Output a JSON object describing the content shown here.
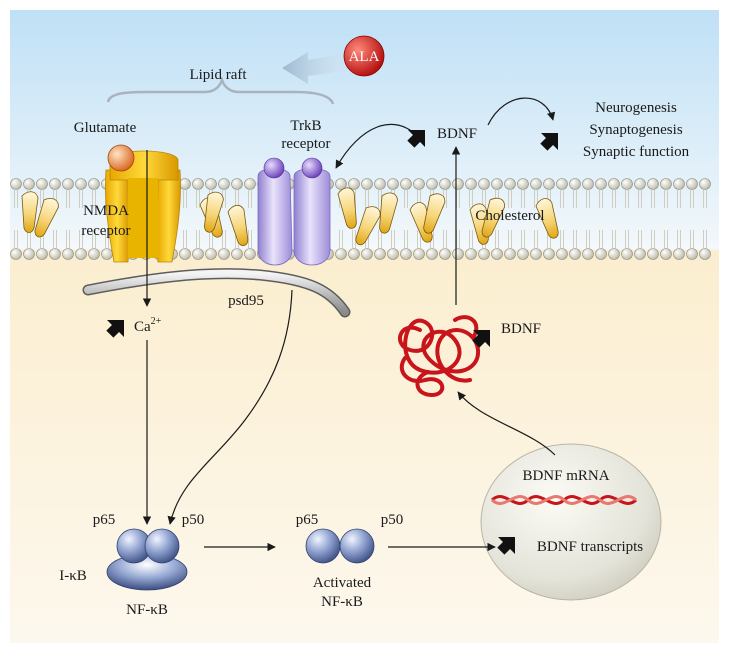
{
  "labels": {
    "ala": "ALA",
    "lipid_raft": "Lipid raft",
    "glutamate": "Glutamate",
    "trkb_line1": "TrkB",
    "trkb_line2": "receptor",
    "bdnf_top": "BDNF",
    "outcomes": [
      "Neurogenesis",
      "Synaptogenesis",
      "Synaptic function"
    ],
    "nmda_line1": "NMDA",
    "nmda_line2": "receptor",
    "cholesterol": "Cholesterol",
    "psd95": "psd95",
    "ca": "Ca",
    "ca_sup": "2+",
    "bdnf_protein": "BDNF",
    "bdnf_mrna": "BDNF mRNA",
    "bdnf_transcripts": "BDNF transcripts",
    "p65_left": "p65",
    "p50_left": "p50",
    "ikb": "I-κB",
    "nfkb": "NF-κB",
    "p65_mid": "p65",
    "p50_mid": "p50",
    "activated_line1": "Activated",
    "activated_line2": "NF-κB"
  },
  "colors": {
    "sky_top": "#cfe6f7",
    "cytoplasm": "#fdf4e1",
    "nmda_yellow": "#f2c10f",
    "trkb_purple": "#b6a6e6",
    "bdnf_red": "#c8141b",
    "nfkb_blue": "#4a5e93",
    "ala_red": "#d11a1a"
  }
}
